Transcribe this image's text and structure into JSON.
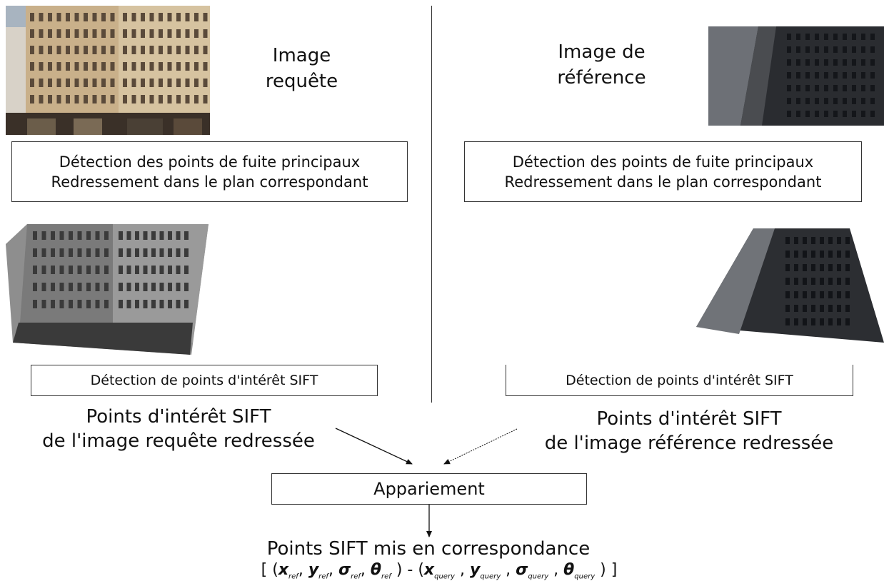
{
  "left": {
    "title_line1": "Image",
    "title_line2": "requête",
    "process_line1": "Détection des points de fuite principaux",
    "process_line2": "Redressement dans le plan correspondant",
    "sift_box": "Détection de points d'intérêt SIFT",
    "points_line1": "Points d'intérêt SIFT",
    "points_line2": "de l'image requête redressée"
  },
  "right": {
    "title_line1": "Image de",
    "title_line2": "référence",
    "process_line1": "Détection des points de fuite principaux",
    "process_line2": "Redressement dans le plan correspondant",
    "sift_box": "Détection de points d'intérêt SIFT",
    "points_line1": "Points d'intérêt SIFT",
    "points_line2": "de l'image référence redressée"
  },
  "matching": {
    "box": "Appariement",
    "result_line1": "Points SIFT mis en correspondance",
    "formula": {
      "open": "[ (",
      "x": "x",
      "y": "y",
      "sigma": "σ",
      "theta": "θ",
      "sub_ref": "ref",
      "sub_query": "query",
      "dash": ") - (",
      "close": ") ]"
    }
  }
}
